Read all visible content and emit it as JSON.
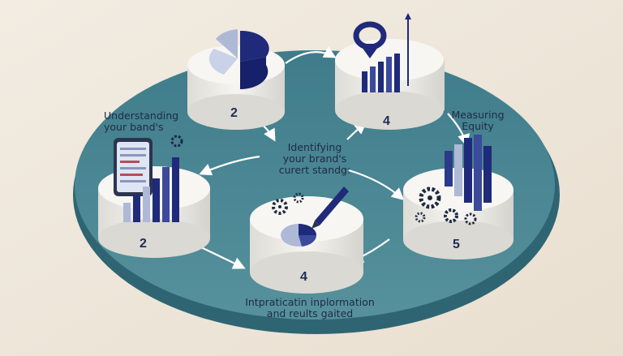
{
  "labels": {
    "understanding": [
      "Understanding",
      "your band's"
    ],
    "identifying": [
      "Identifying",
      "your brand's",
      "curert standg:"
    ],
    "measuring": [
      "Measuring",
      "Equity"
    ],
    "interpretation": [
      "Intpraticatin inplormation",
      "and reults gaited"
    ]
  },
  "steps": {
    "top_left": "2",
    "top_right": "4",
    "left": "2",
    "bottom": "4",
    "right": "5"
  },
  "colors": {
    "background": "#efe7da",
    "platform": "#4a8593",
    "platform_edge": "#2f6572",
    "pedestal": "#f4f3ef",
    "navy": "#1f2a7a",
    "light_blue": "#aeb9d6"
  }
}
